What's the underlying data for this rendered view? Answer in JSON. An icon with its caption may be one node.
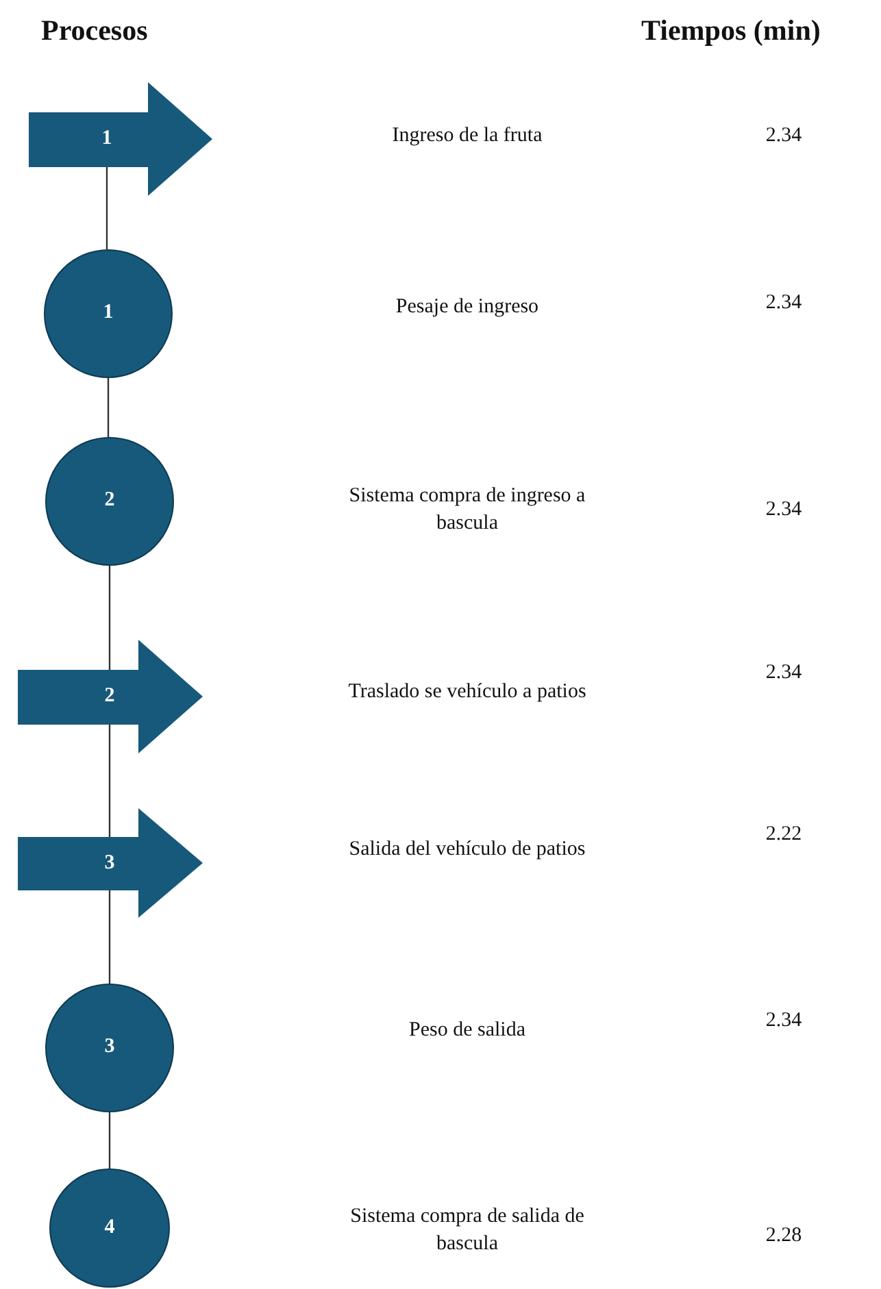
{
  "diagram": {
    "nodes": [
      {
        "text": [
          "1"
        ]
      },
      {
        "text": [
          "1"
        ]
      },
      {
        "text": [
          "2"
        ]
      },
      {
        "text": [
          "2"
        ]
      },
      {
        "text": [
          "3"
        ]
      },
      {
        "text": [
          "3"
        ]
      },
      {
        "text": [
          "4"
        ]
      }
    ],
    "edges": [
      {
        "from": 0,
        "to": 1,
        "arrow": "none"
      },
      {
        "from": 1,
        "to": 2,
        "arrow": "none"
      },
      {
        "from": 2,
        "to": 3,
        "arrow": "none"
      },
      {
        "from": 3,
        "to": 4,
        "arrow": "none"
      },
      {
        "from": 4,
        "to": 5,
        "arrow": "none"
      },
      {
        "from": 5,
        "to": 6,
        "arrow": "none"
      }
    ],
    "labels": [
      "Procesos",
      "Tiempos (min)",
      "Ingreso de la fruta",
      "2.34",
      "Pesaje de ingreso",
      "2.34",
      "Sistema compra de ingreso a bascula",
      "2.34",
      "Traslado se vehículo a patios",
      "2.34",
      "Salida del vehículo de patios",
      "2.22",
      "Peso de salida",
      "2.34",
      "Sistema compra de salida de bascula",
      "2.28"
    ]
  }
}
